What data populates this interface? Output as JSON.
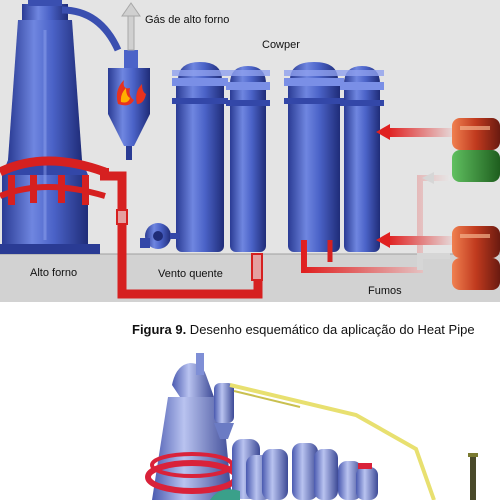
{
  "figure_top": {
    "labels": {
      "gas": "Gás de alto forno",
      "cowper": "Cowper",
      "alto_forno": "Alto forno",
      "vento_quente": "Vento quente",
      "fumos": "Fumos"
    },
    "colors": {
      "background": "#e4e4e4",
      "ground": "#cfcfcf",
      "vessel": "#4b63c8",
      "hot_pipe": "#d62020",
      "cool_pipe": "#d6d6d6",
      "heat_pipe_unit": "#c03a1e"
    }
  },
  "caption": {
    "label": "Figura 9.",
    "text": " Desenho esquemático da aplicação do Heat Pipe"
  },
  "figure_bottom": {
    "colors": {
      "vessel": "#7f8fd6",
      "ring": "#d9223a",
      "pipe": "#e8e070"
    }
  }
}
